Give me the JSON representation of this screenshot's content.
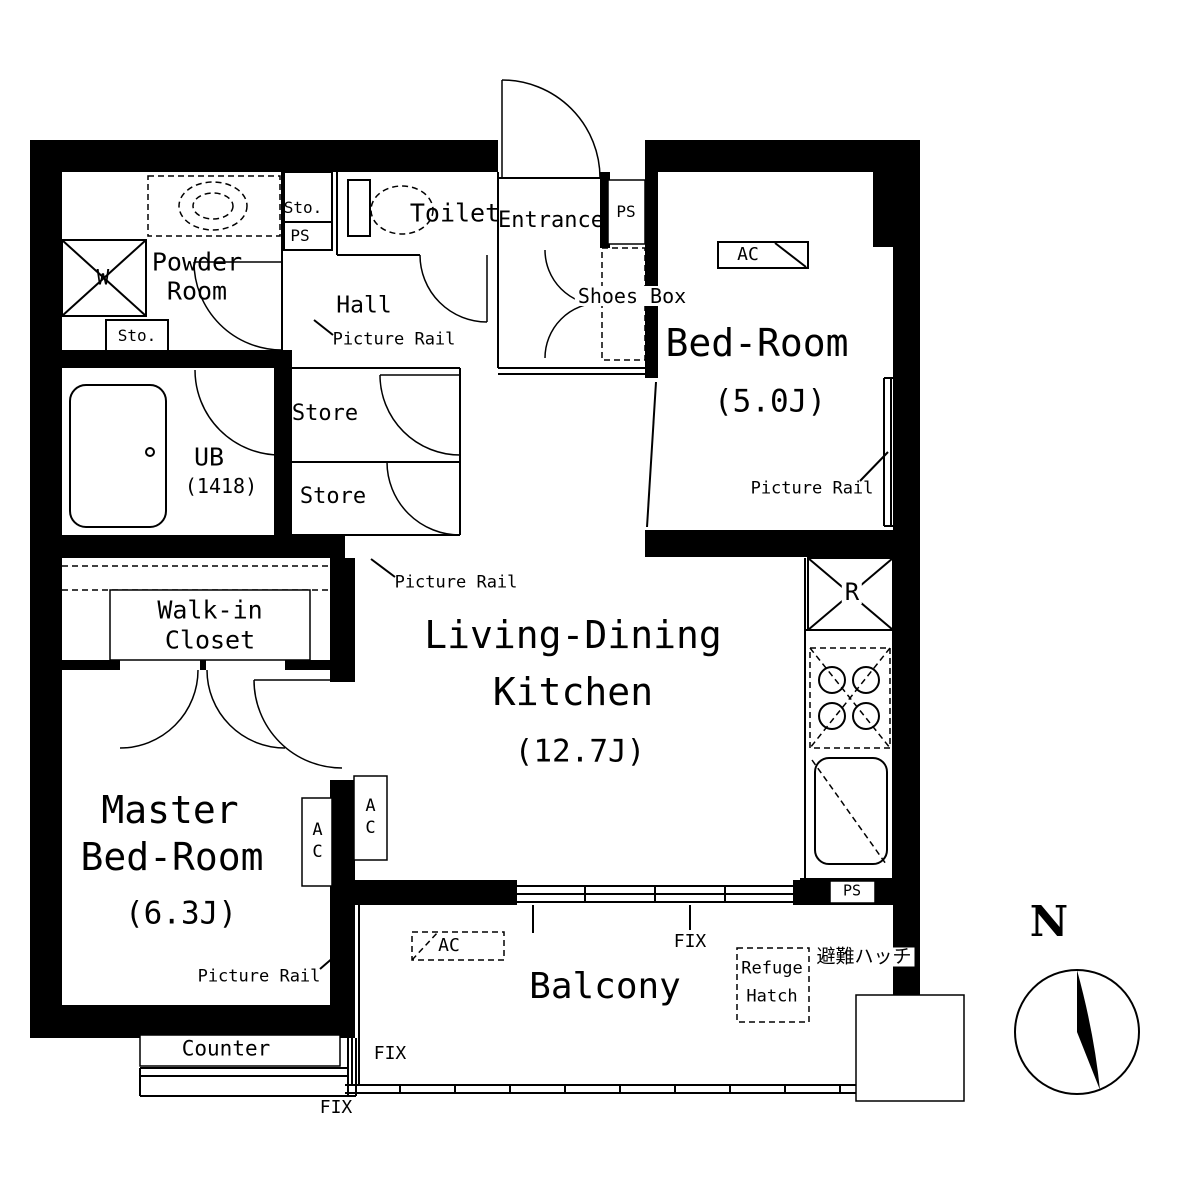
{
  "rooms": {
    "powder_room": {
      "line1": "Powder",
      "line2": "Room",
      "washer": "W",
      "storage": "Sto.",
      "side_storage": "Sto.",
      "side_ps": "PS"
    },
    "toilet": {
      "name": "Toilet"
    },
    "entrance": {
      "name": "Entrance",
      "ps": "PS",
      "shoes_box": "Shoes Box"
    },
    "hall": {
      "name": "Hall",
      "picture_rail": "Picture Rail"
    },
    "bathroom": {
      "name": "UB",
      "size": "(1418)"
    },
    "storage": {
      "upper": "Store",
      "lower": "Store"
    },
    "bedroom": {
      "name": "Bed-Room",
      "size": "(5.0J)",
      "picture_rail": "Picture Rail",
      "ac": "AC"
    },
    "ldk": {
      "line1": "Living-Dining",
      "line2": "Kitchen",
      "size": "(12.7J)",
      "picture_rail": "Picture Rail",
      "fridge": "R",
      "ps": "PS"
    },
    "wic": {
      "line1": "Walk-in",
      "line2": "Closet"
    },
    "master_bedroom": {
      "line1": "Master",
      "line2": "Bed-Room",
      "size": "(6.3J)",
      "picture_rail": "Picture Rail",
      "ac_inner": "AC",
      "ac_outer": "AC",
      "counter": "Counter",
      "fix_window": "FIX",
      "fix_window_bottom": "FIX"
    },
    "balcony": {
      "name": "Balcony",
      "ac": "AC",
      "fix": "FIX",
      "refuge_line1": "Refuge",
      "refuge_line2": "Hatch",
      "refuge_jp": "避難ハッチ"
    }
  },
  "compass": {
    "north": "N"
  }
}
